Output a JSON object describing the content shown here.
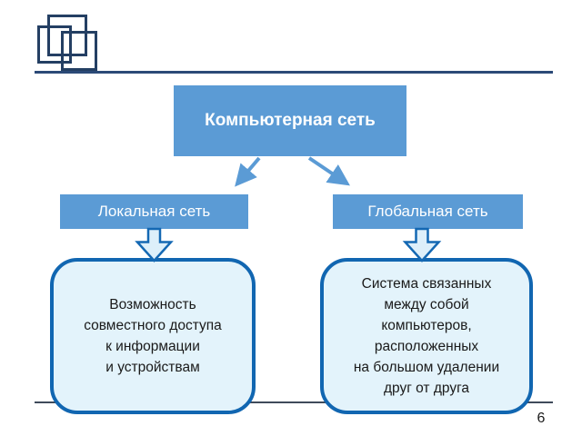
{
  "colors": {
    "accent-blue": "#5b9bd5",
    "navy-line": "#2b4a77",
    "slate-line": "#3f4a5a",
    "logo-navy": "#243f63",
    "callout-border": "#1166b1",
    "callout-fill": "#e3f3fb",
    "arrow-fill": "#ddeffa",
    "text-dark": "#1a1a1a"
  },
  "slide": {
    "page_number": "6"
  },
  "diagram": {
    "root": {
      "label": "Компьютерная сеть"
    },
    "children": [
      {
        "label": "Локальная сеть",
        "description": "Возможность\nсовместного доступа\nк информации\nи устройствам"
      },
      {
        "label": "Глобальная сеть",
        "description": "Система связанных\nмежду собой\nкомпьютеров,\nрасположенных\nна большом удалении\nдруг от друга"
      }
    ]
  }
}
